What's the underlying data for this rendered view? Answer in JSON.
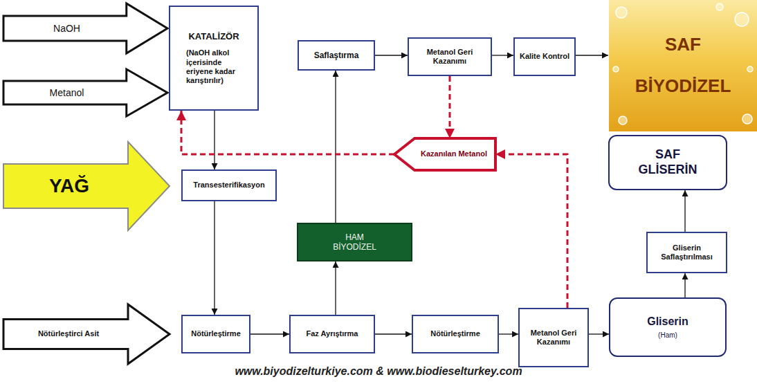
{
  "diagram": {
    "nodes": [
      {
        "text": [
          "NaOH"
        ]
      },
      {
        "text": [
          "Metanol"
        ]
      },
      {
        "text": [
          "KATALİZÖR",
          "(NaOH alkol içerisinde eriyene kadar karıştırılır)"
        ]
      },
      {
        "text": [
          "Saflaştırma"
        ]
      },
      {
        "text": [
          "Metanol Geri Kazanımı"
        ]
      },
      {
        "text": [
          "Kalite Kontrol"
        ]
      },
      {
        "text": [
          "SAF BİYODİZEL"
        ]
      },
      {
        "text": [
          "YAĞ"
        ]
      },
      {
        "text": [
          "Kazanılan Metanol"
        ]
      },
      {
        "text": [
          "Transesterifikasyon"
        ]
      },
      {
        "text": [
          "HAM BİYODİZEL"
        ]
      },
      {
        "text": [
          "SAF GLİSERİN"
        ]
      },
      {
        "text": [
          "Gliserin Saflaştırılması"
        ]
      },
      {
        "text": [
          "Nötürleştirci Asit"
        ]
      },
      {
        "text": [
          "Nötürleştirme"
        ]
      },
      {
        "text": [
          "Faz Ayrıştırma"
        ]
      },
      {
        "text": [
          "Nötürleştirme"
        ]
      },
      {
        "text": [
          "Metanol Geri Kazanımı"
        ]
      },
      {
        "text": [
          "Gliserin",
          "(Ham)"
        ]
      }
    ],
    "edges": [
      {
        "from": 2,
        "to": 9,
        "arrow": "to"
      },
      {
        "from": 9,
        "to": 14,
        "arrow": "to"
      },
      {
        "from": 14,
        "to": 15,
        "arrow": "to"
      },
      {
        "from": 15,
        "to": 10,
        "arrow": "to"
      },
      {
        "from": 10,
        "to": 3,
        "arrow": "to"
      },
      {
        "from": 3,
        "to": 4,
        "arrow": "to"
      },
      {
        "from": 4,
        "to": 5,
        "arrow": "to"
      },
      {
        "from": 5,
        "to": 6,
        "arrow": "to"
      },
      {
        "from": 4,
        "to": 8,
        "arrow": "to"
      },
      {
        "from": 8,
        "to": 2,
        "arrow": "to"
      },
      {
        "from": 17,
        "to": 8,
        "arrow": "to"
      },
      {
        "from": 15,
        "to": 16,
        "arrow": "to"
      },
      {
        "from": 16,
        "to": 17,
        "arrow": "to"
      },
      {
        "from": 17,
        "to": 18,
        "arrow": "to"
      },
      {
        "from": 18,
        "to": 12,
        "arrow": "to"
      },
      {
        "from": 12,
        "to": 11,
        "arrow": "to"
      }
    ],
    "labels": [
      "www.biyodizelturkiye.com & www.biodieselturkey.com"
    ]
  }
}
